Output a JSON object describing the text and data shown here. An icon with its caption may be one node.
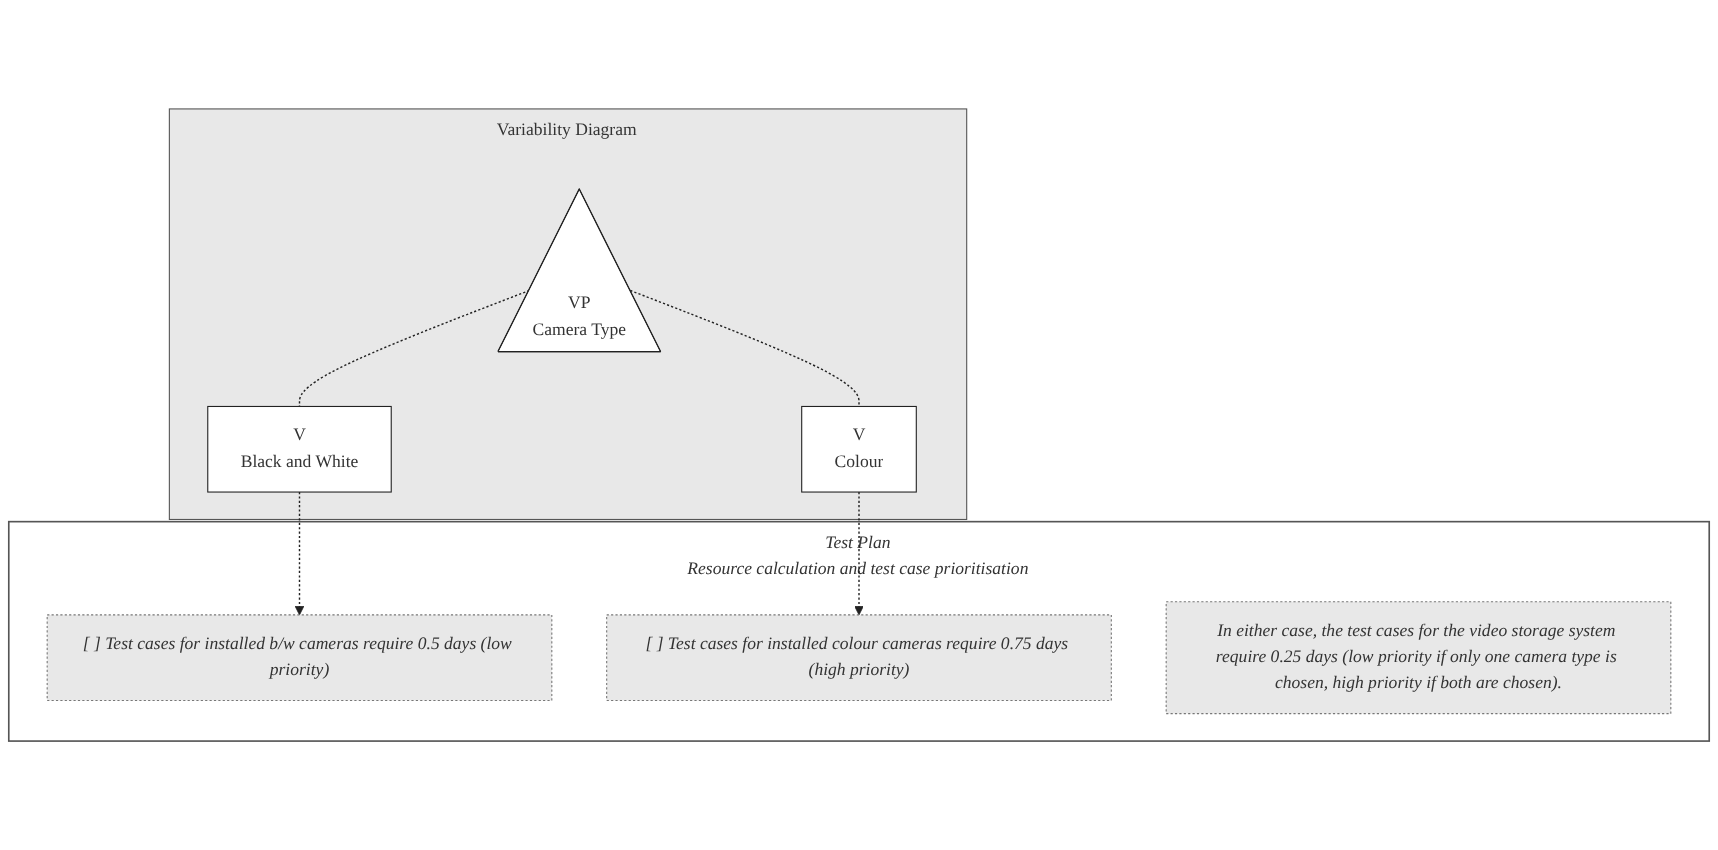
{
  "diagram": {
    "nodes": [
      {
        "text": [
          "Test Plan",
          "Resource calculation and test case prioritisation"
        ]
      },
      {
        "text": [
          "[ ] Test cases for installed b/w cameras require 0.5 days (low priority)"
        ],
        "in": 0
      },
      {
        "text": [
          "[ ] Test cases for installed colour cameras require 0.75 days (high priority)"
        ],
        "in": 0
      },
      {
        "text": [
          "In either case, the test cases for the video storage system require 0.25 days (low priority if only one camera type is chosen, high priority if both are chosen)."
        ],
        "in": 0
      },
      {
        "text": [
          "Variability Diagram"
        ]
      },
      {
        "text": [
          "VP",
          "Camera Type"
        ],
        "in": 4
      },
      {
        "text": [
          "V",
          "Black and White"
        ],
        "in": 4
      },
      {
        "text": [
          "V",
          "Colour"
        ],
        "in": 4
      }
    ],
    "edges": [
      {
        "from": 5,
        "to": 6,
        "arrow": "none",
        "style": "dashed"
      },
      {
        "from": 5,
        "to": 7,
        "arrow": "none",
        "style": "dashed"
      },
      {
        "from": 6,
        "to": 1,
        "arrow": "to",
        "style": "dashed"
      },
      {
        "from": 7,
        "to": 2,
        "arrow": "to",
        "style": "dashed"
      }
    ]
  }
}
